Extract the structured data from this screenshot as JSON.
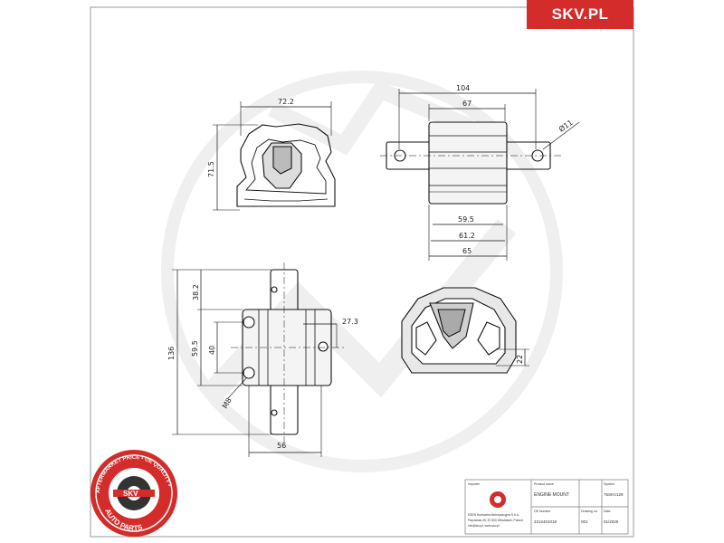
{
  "brand": {
    "text": "SKV.PL",
    "color": "#d42b2b"
  },
  "dims": {
    "d72_2": "72.2",
    "d71_5": "71.5",
    "d104": "104",
    "d67": "67",
    "d11": "Ø11",
    "d59_5_top": "59.5",
    "d61_2": "61.2",
    "d65": "65",
    "d38_2": "38.2",
    "d27_3": "27.3",
    "d136": "136",
    "d59_5_side": "59.5",
    "d40": "40",
    "dM8": "M8",
    "d56": "56",
    "d22": "22"
  },
  "seal": {
    "ring_text": "AFTERMARKET PRICE • OE QUALITY •",
    "bottom_text": "AUTO PARTS",
    "center_text": "SKV"
  },
  "title_block": {
    "importer_label": "Importer",
    "company_name": "ESEN Hurtownia Motoryzacyjna S.K.A.",
    "company_addr1": "Papowska 45, 87-500 Włocławek, Poland",
    "company_addr2": "info@skv.pl, www.skv.pl",
    "product_label": "Product name",
    "product_value": "ENGINE MOUNT",
    "symbol_label": "Symbol",
    "symbol_value": "75SKV129",
    "oe_label": "OE Number",
    "oe_value": "2212401018",
    "drawing_label": "Drawing no.",
    "drawing_value": "001",
    "date_label": "Date",
    "date_value": "01/2025"
  }
}
